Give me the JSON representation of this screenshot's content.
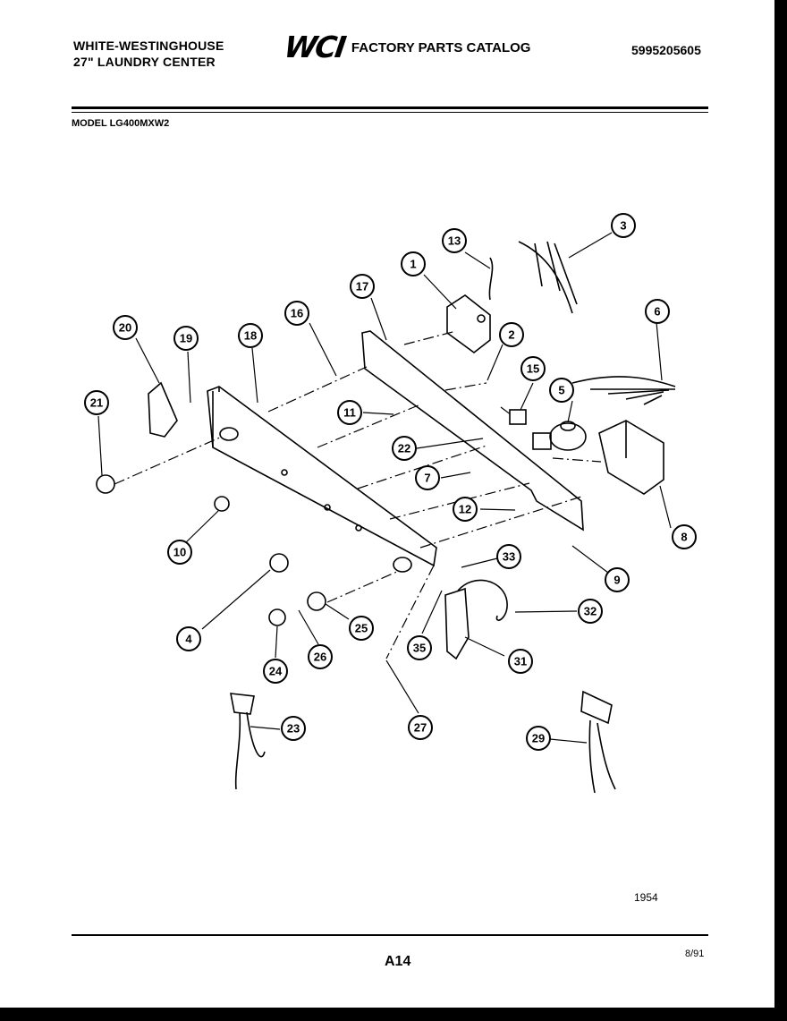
{
  "header": {
    "manufacturer": "WHITE-WESTINGHOUSE",
    "product": "27\" LAUNDRY CENTER",
    "logo_text": "WCI",
    "catalog_title": "FACTORY PARTS CATALOG",
    "catalog_number": "5995205605"
  },
  "model": "MODEL LG400MXW2",
  "callouts": [
    "1",
    "2",
    "3",
    "4",
    "5",
    "6",
    "7",
    "8",
    "9",
    "10",
    "11",
    "12",
    "13",
    "15",
    "16",
    "17",
    "18",
    "19",
    "20",
    "21",
    "22",
    "23",
    "24",
    "25",
    "26",
    "27",
    "29",
    "31",
    "32",
    "33",
    "35"
  ],
  "diagram_code": "1954",
  "footer": {
    "page": "A14",
    "date": "8/91"
  }
}
